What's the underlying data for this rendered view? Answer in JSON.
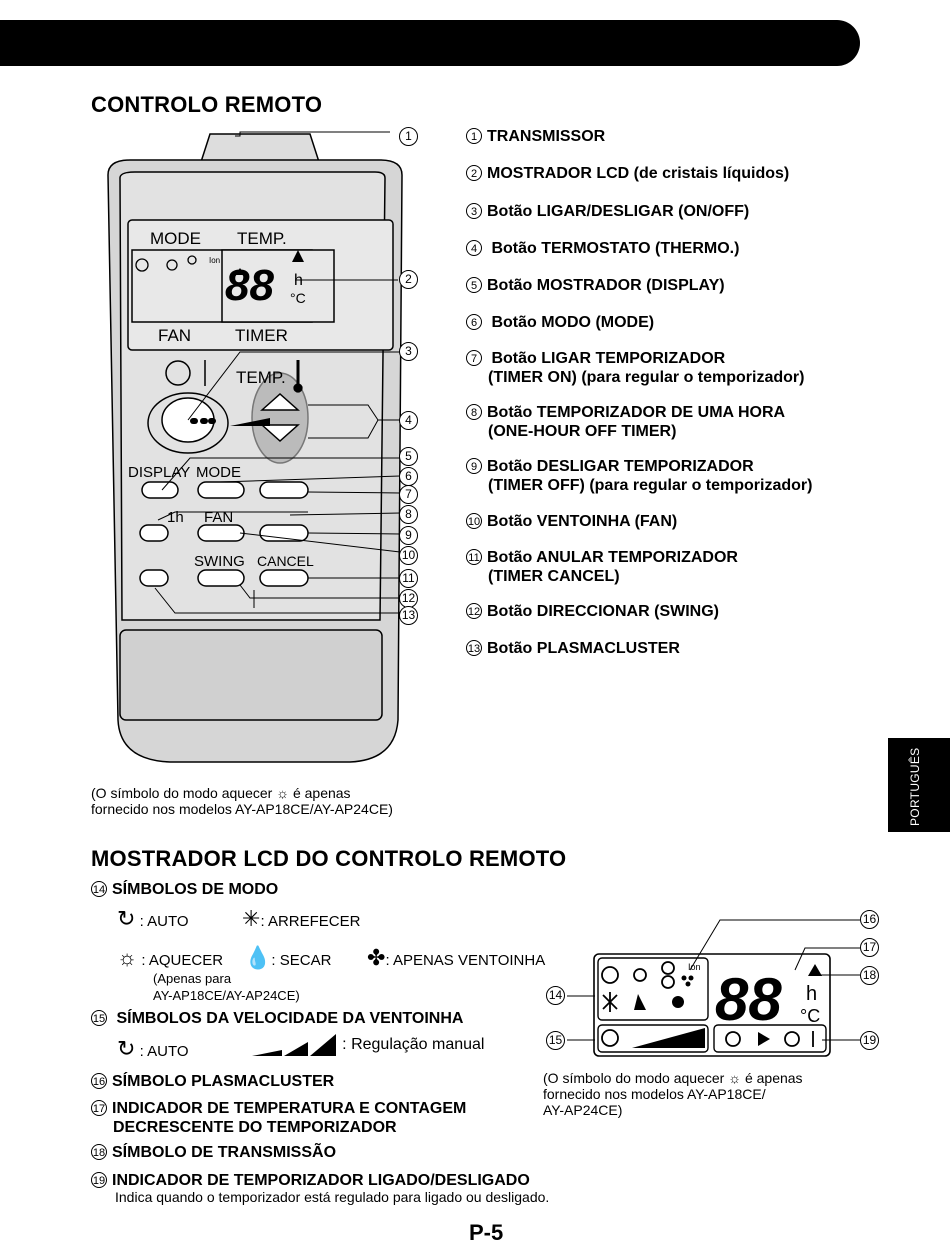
{
  "section1_title": "CONTROLO REMOTO",
  "remote": {
    "lcd": {
      "mode": "MODE",
      "temp": "TEMP.",
      "fan": "FAN",
      "timer": "TIMER",
      "digits": "88",
      "h": "h",
      "c": "°C",
      "ion": "Ion"
    },
    "temp_label": "TEMP.",
    "buttons": {
      "display": "DISPLAY",
      "mode": "MODE",
      "one_hour": "1h",
      "fan": "FAN",
      "swing": "SWING",
      "cancel": "CANCEL"
    }
  },
  "callout_numbers": [
    "1",
    "2",
    "3",
    "4",
    "5",
    "6",
    "7",
    "8",
    "9",
    "10",
    "11",
    "12",
    "13"
  ],
  "list": [
    {
      "n": "1",
      "text": "TRANSMISSOR"
    },
    {
      "n": "2",
      "text": "MOSTRADOR LCD (de cristais líquidos)"
    },
    {
      "n": "3",
      "text": "Botão LIGAR/DESLIGAR (ON/OFF)"
    },
    {
      "n": "4",
      "text": " Botão TERMOSTATO (THERMO.)"
    },
    {
      "n": "5",
      "text": "Botão MOSTRADOR (DISPLAY)"
    },
    {
      "n": "6",
      "text": " Botão MODO (MODE)"
    },
    {
      "n": "7",
      "text": " Botão LIGAR TEMPORIZADOR",
      "text2": "(TIMER ON) (para regular o temporizador)"
    },
    {
      "n": "8",
      "text": "Botão TEMPORIZADOR DE UMA HORA",
      "text2": "(ONE-HOUR OFF TIMER)"
    },
    {
      "n": "9",
      "text": "Botão DESLIGAR TEMPORIZADOR",
      "text2": "(TIMER OFF) (para regular o temporizador)"
    },
    {
      "n": "10",
      "text": "Botão VENTOINHA (FAN)"
    },
    {
      "n": "11",
      "text": "Botão ANULAR TEMPORIZADOR",
      "text2": "(TIMER CANCEL)"
    },
    {
      "n": "12",
      "text": "Botão DIRECCIONAR (SWING)"
    },
    {
      "n": "13",
      "text": "Botão PLASMACLUSTER"
    }
  ],
  "note1": {
    "line1a": "(O símbolo do modo aquecer ",
    "line1b": " é apenas",
    "line2": "fornecido nos modelos AY-AP18CE/AY-AP24CE)"
  },
  "side_tab": "PORTUGUÊS",
  "section2_title": "MOSTRADOR LCD DO CONTROLO REMOTO",
  "s14": {
    "n": "14",
    "title": "SÍMBOLOS DE MODO",
    "auto": ": AUTO",
    "cool": ": ARREFECER",
    "heat": ": AQUECER",
    "dry": ": SECAR",
    "fan_only": ": APENAS VENTOINHA",
    "heat_note1": "(Apenas para",
    "heat_note2": "AY-AP18CE/AY-AP24CE)"
  },
  "s15": {
    "n": "15",
    "title": " SÍMBOLOS DA VELOCIDADE DA VENTOINHA",
    "auto": ": AUTO",
    "manual": ": Regulação manual"
  },
  "s16": {
    "n": "16",
    "title": "SÍMBOLO PLASMACLUSTER"
  },
  "s17": {
    "n": "17",
    "title1": "INDICADOR DE TEMPERATURA E CONTAGEM",
    "title2": "DECRESCENTE DO TEMPORIZADOR"
  },
  "s18": {
    "n": "18",
    "title": "SÍMBOLO DE TRANSMISSÃO"
  },
  "s19": {
    "n": "19",
    "title": "INDICADOR DE TEMPORIZADOR LIGADO/DESLIGADO",
    "desc": "Indica quando o temporizador está regulado para ligado ou desligado."
  },
  "lcd_big": {
    "digits": "88",
    "h": "h",
    "c": "°C",
    "ion": "Ion",
    "callouts": [
      "16",
      "17",
      "18",
      "14",
      "15",
      "19"
    ]
  },
  "note2": {
    "line1a": "(O símbolo do modo aquecer ",
    "line1b": " é apenas",
    "line2": "fornecido nos modelos AY-AP18CE/",
    "line3": "AY-AP24CE)"
  },
  "page_number": "P-5"
}
